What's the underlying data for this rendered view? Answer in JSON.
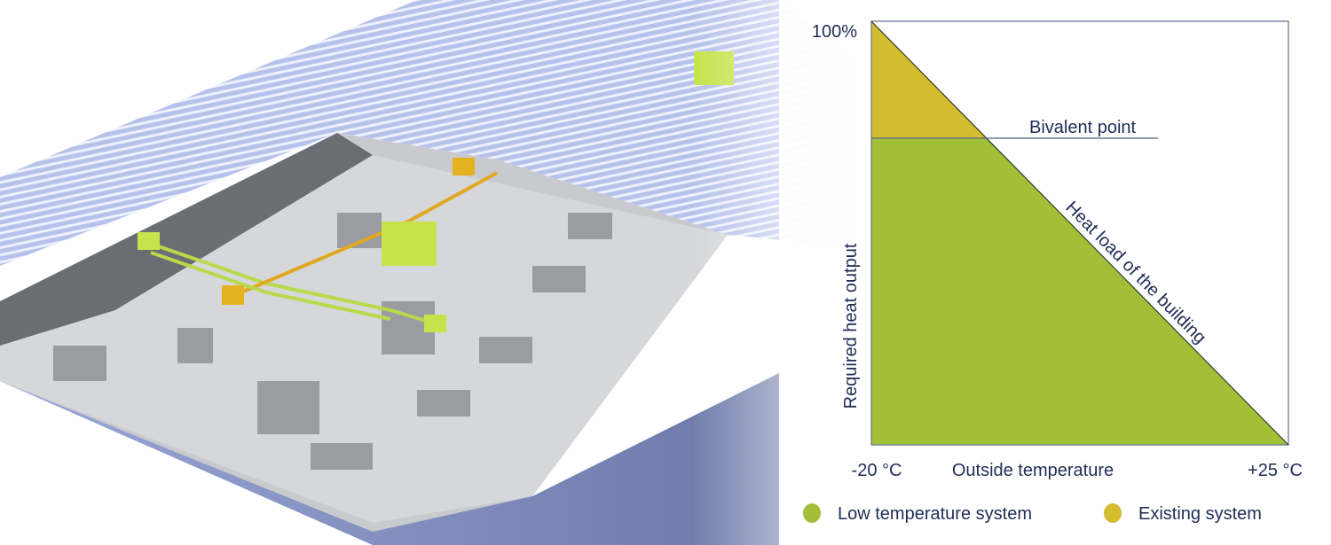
{
  "chart_data": {
    "type": "area",
    "title": "",
    "xlabel": "Outside temperature",
    "ylabel": "Required heat output",
    "x_tick_labels": [
      "-20 °C",
      "+25 °C"
    ],
    "y_tick_labels": [
      "100%"
    ],
    "xlim": [
      -20,
      25
    ],
    "ylim": [
      0,
      100
    ],
    "heat_load_line": {
      "label": "Heat load of the building",
      "x": [
        -20,
        25
      ],
      "y": [
        100,
        0
      ]
    },
    "bivalent_point": {
      "label": "Bivalent point",
      "x": -7.6,
      "y": 72.4
    },
    "series": [
      {
        "name": "Low temperature system",
        "color": "#a2c037"
      },
      {
        "name": "Existing system",
        "color": "#d3bc2e"
      }
    ],
    "legend": [
      "Low temperature system",
      "Existing system"
    ],
    "legend_position": "bottom",
    "grid": false
  }
}
